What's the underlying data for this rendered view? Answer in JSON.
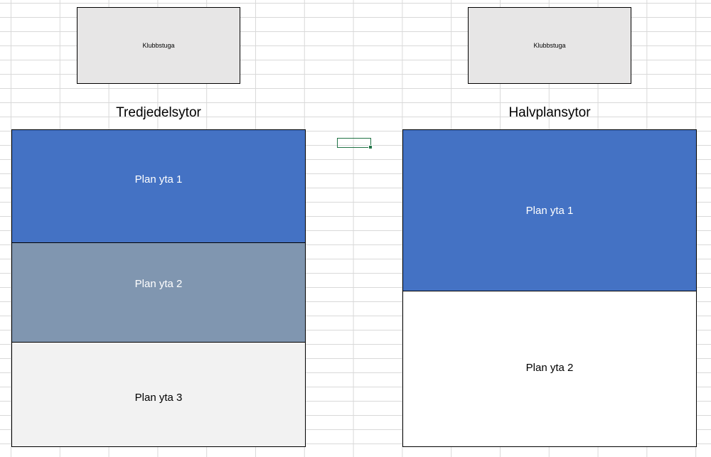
{
  "colors": {
    "blue": "#4472c4",
    "slate": "#8096b0",
    "light_gray": "#f2f2f2",
    "white": "#ffffff",
    "clubhouse_fill": "#e7e6e6",
    "selection_green": "#217346"
  },
  "left_panel": {
    "clubhouse_label": "Klubbstuga",
    "title": "Tredjedelsytor",
    "zones": [
      {
        "label": "Plan yta 1"
      },
      {
        "label": "Plan yta 2"
      },
      {
        "label": "Plan yta 3"
      }
    ]
  },
  "right_panel": {
    "clubhouse_label": "Klubbstuga",
    "title": "Halvplansytor",
    "zones": [
      {
        "label": "Plan yta 1"
      },
      {
        "label": "Plan yta 2"
      }
    ]
  }
}
